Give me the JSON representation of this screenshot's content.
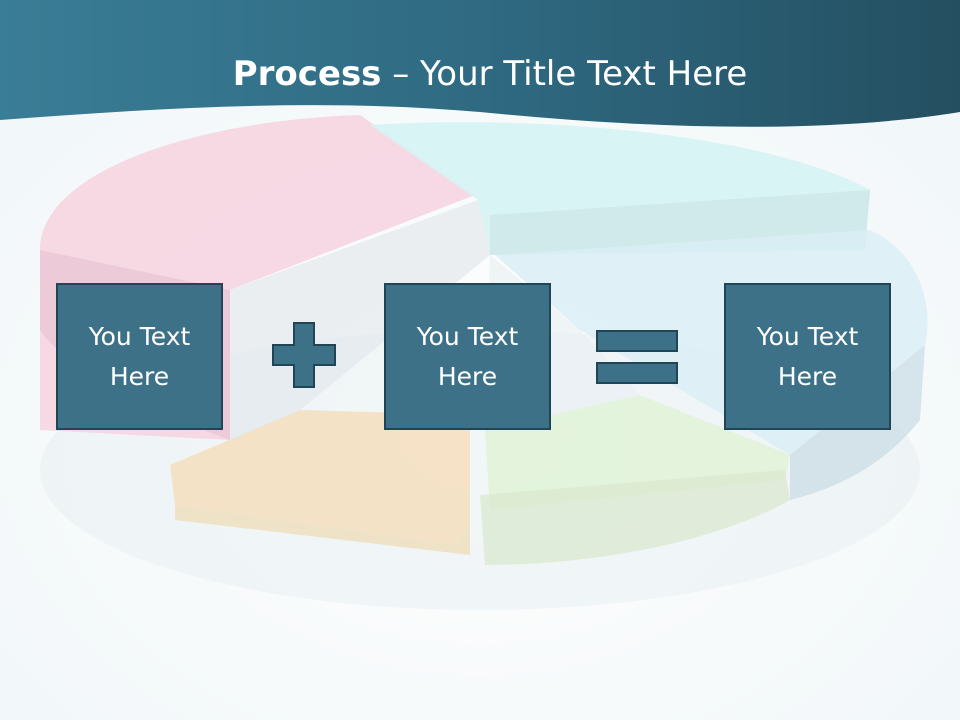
{
  "slide": {
    "title_bold": "Process",
    "title_rest": " – Your Title Text Here",
    "boxes": [
      {
        "text": "You Text\nHere"
      },
      {
        "text": "You Text\nHere"
      },
      {
        "text": "You Text\nHere"
      }
    ],
    "operators": [
      "plus",
      "equals"
    ]
  },
  "colors": {
    "header": "#2f6a82",
    "box_fill": "#3d7187",
    "box_border": "#1f4556",
    "operator_fill": "#3d7187",
    "operator_stroke": "#1f4556"
  }
}
